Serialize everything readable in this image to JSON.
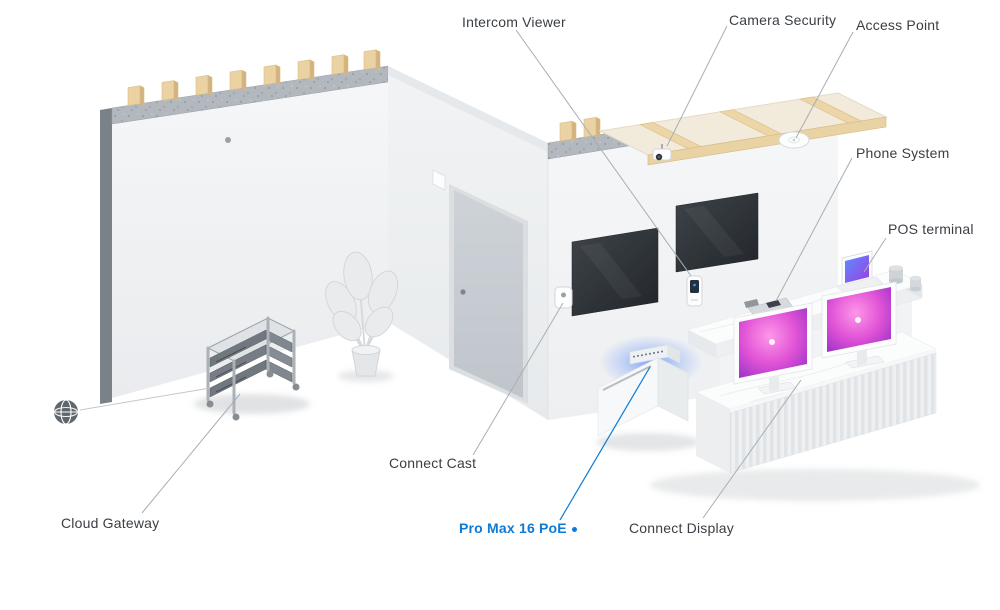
{
  "diagram": {
    "type": "isometric-network-topology",
    "labels": {
      "intercom_viewer": "Intercom Viewer",
      "camera_security": "Camera Security",
      "access_point": "Access Point",
      "phone_system": "Phone System",
      "pos_terminal": "POS terminal",
      "connect_cast": "Connect Cast",
      "pro_max_16_poe": "Pro Max 16 PoE",
      "connect_display": "Connect Display",
      "cloud_gateway": "Cloud Gateway"
    },
    "colors": {
      "label_text": "#3a3f44",
      "accent_blue": "#0e7ad4",
      "leader_line": "#a8aeb4",
      "switch_glow_blue": "#2f6bff",
      "display_screen_magenta": "#e052d6",
      "pos_screen_purple": "#9a3fe0"
    },
    "icons": {
      "internet": "globe-icon"
    }
  }
}
